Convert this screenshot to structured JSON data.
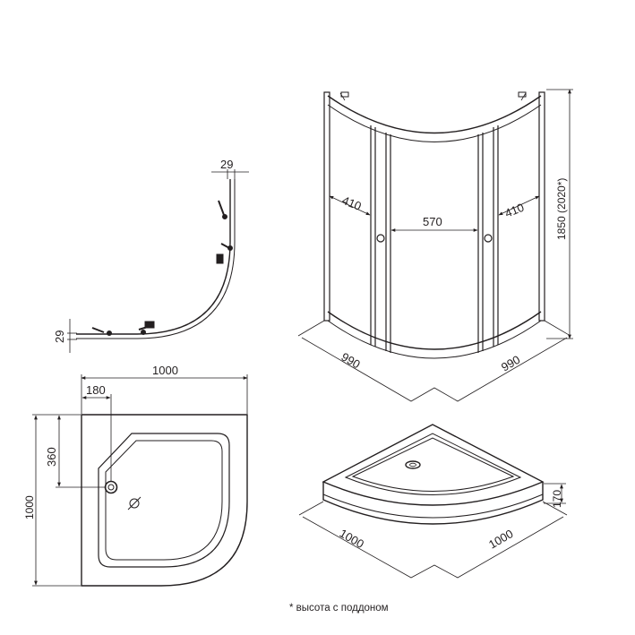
{
  "profile_view": {
    "dim_top": "29",
    "dim_left": "29"
  },
  "cabin_view": {
    "width_left_panel": "410",
    "width_door": "570",
    "width_right_panel": "410",
    "height": "1850 (2020*)",
    "depth_left": "990",
    "depth_right": "990"
  },
  "tray_plan": {
    "width": "1000",
    "drain_offset_x": "180",
    "drain_offset_y": "360",
    "depth": "1000"
  },
  "tray_view": {
    "height": "170",
    "depth_left": "1000",
    "depth_right": "1000"
  },
  "footnote": "* высота с поддоном",
  "colors": {
    "line": "#231f20",
    "background": "#ffffff"
  }
}
